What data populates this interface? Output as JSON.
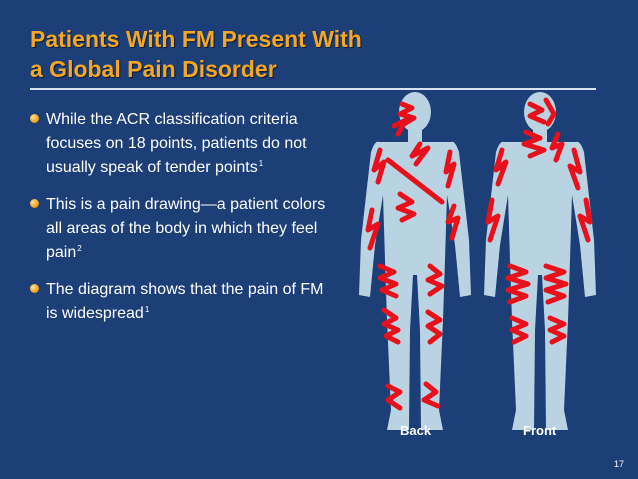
{
  "slide": {
    "title_line1": "Patients With FM Present With",
    "title_line2": "a Global Pain Disorder",
    "bullets": [
      {
        "text": "While the ACR classification criteria focuses on 18 points, patients do not usually speak of tender points",
        "ref": "1"
      },
      {
        "text": "This is a pain drawing—a patient colors all areas of the body in which they feel pain",
        "ref": "2"
      },
      {
        "text": "The diagram shows that the pain of FM is widespread",
        "ref": "1"
      }
    ],
    "figure": {
      "label_back": "Back",
      "label_front": "Front"
    },
    "page_number": "17"
  },
  "colors": {
    "background": "#1d3f78",
    "title": "#f5a623",
    "body_silhouette": "#b9d3e2",
    "pain_marks": "#e8101a"
  }
}
